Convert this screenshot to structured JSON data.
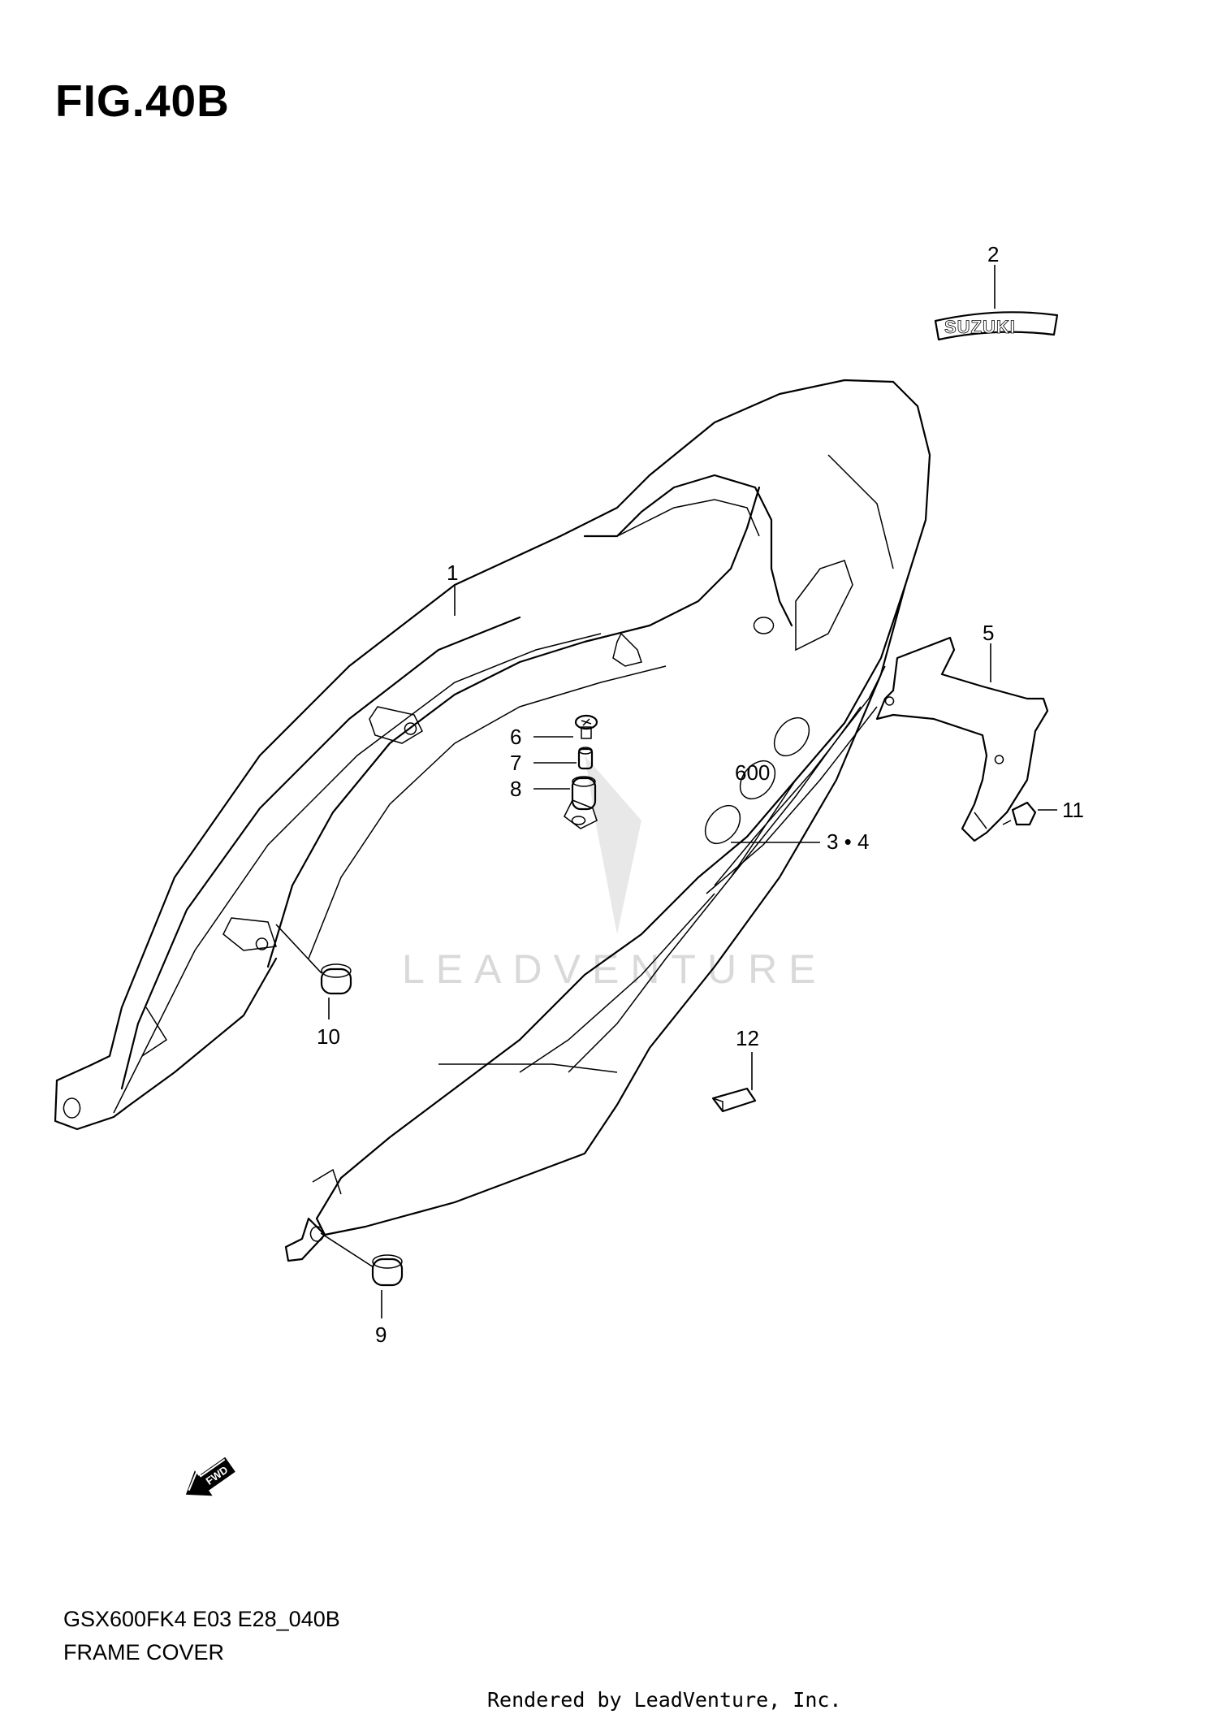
{
  "figure": {
    "title": "FIG.40B"
  },
  "callouts": [
    {
      "id": "part-1",
      "label": "1"
    },
    {
      "id": "part-2",
      "label": "2"
    },
    {
      "id": "part-3-4",
      "label": "3 • 4"
    },
    {
      "id": "part-5",
      "label": "5"
    },
    {
      "id": "part-6",
      "label": "6"
    },
    {
      "id": "part-7",
      "label": "7"
    },
    {
      "id": "part-8",
      "label": "8"
    },
    {
      "id": "part-9",
      "label": "9"
    },
    {
      "id": "part-10",
      "label": "10"
    },
    {
      "id": "part-11",
      "label": "11"
    },
    {
      "id": "part-12",
      "label": "12"
    }
  ],
  "emblem": {
    "text": "SUZUKI"
  },
  "side_logo": {
    "text": "600"
  },
  "direction_arrow": {
    "text": "FWD",
    "icon": "fwd-arrow-icon"
  },
  "watermark": {
    "text": "LEADVENTURE"
  },
  "footer": {
    "code": "GSX600FK4 E03 E28_040B",
    "caption": "FRAME COVER",
    "credit": "Rendered by LeadVenture, Inc."
  }
}
